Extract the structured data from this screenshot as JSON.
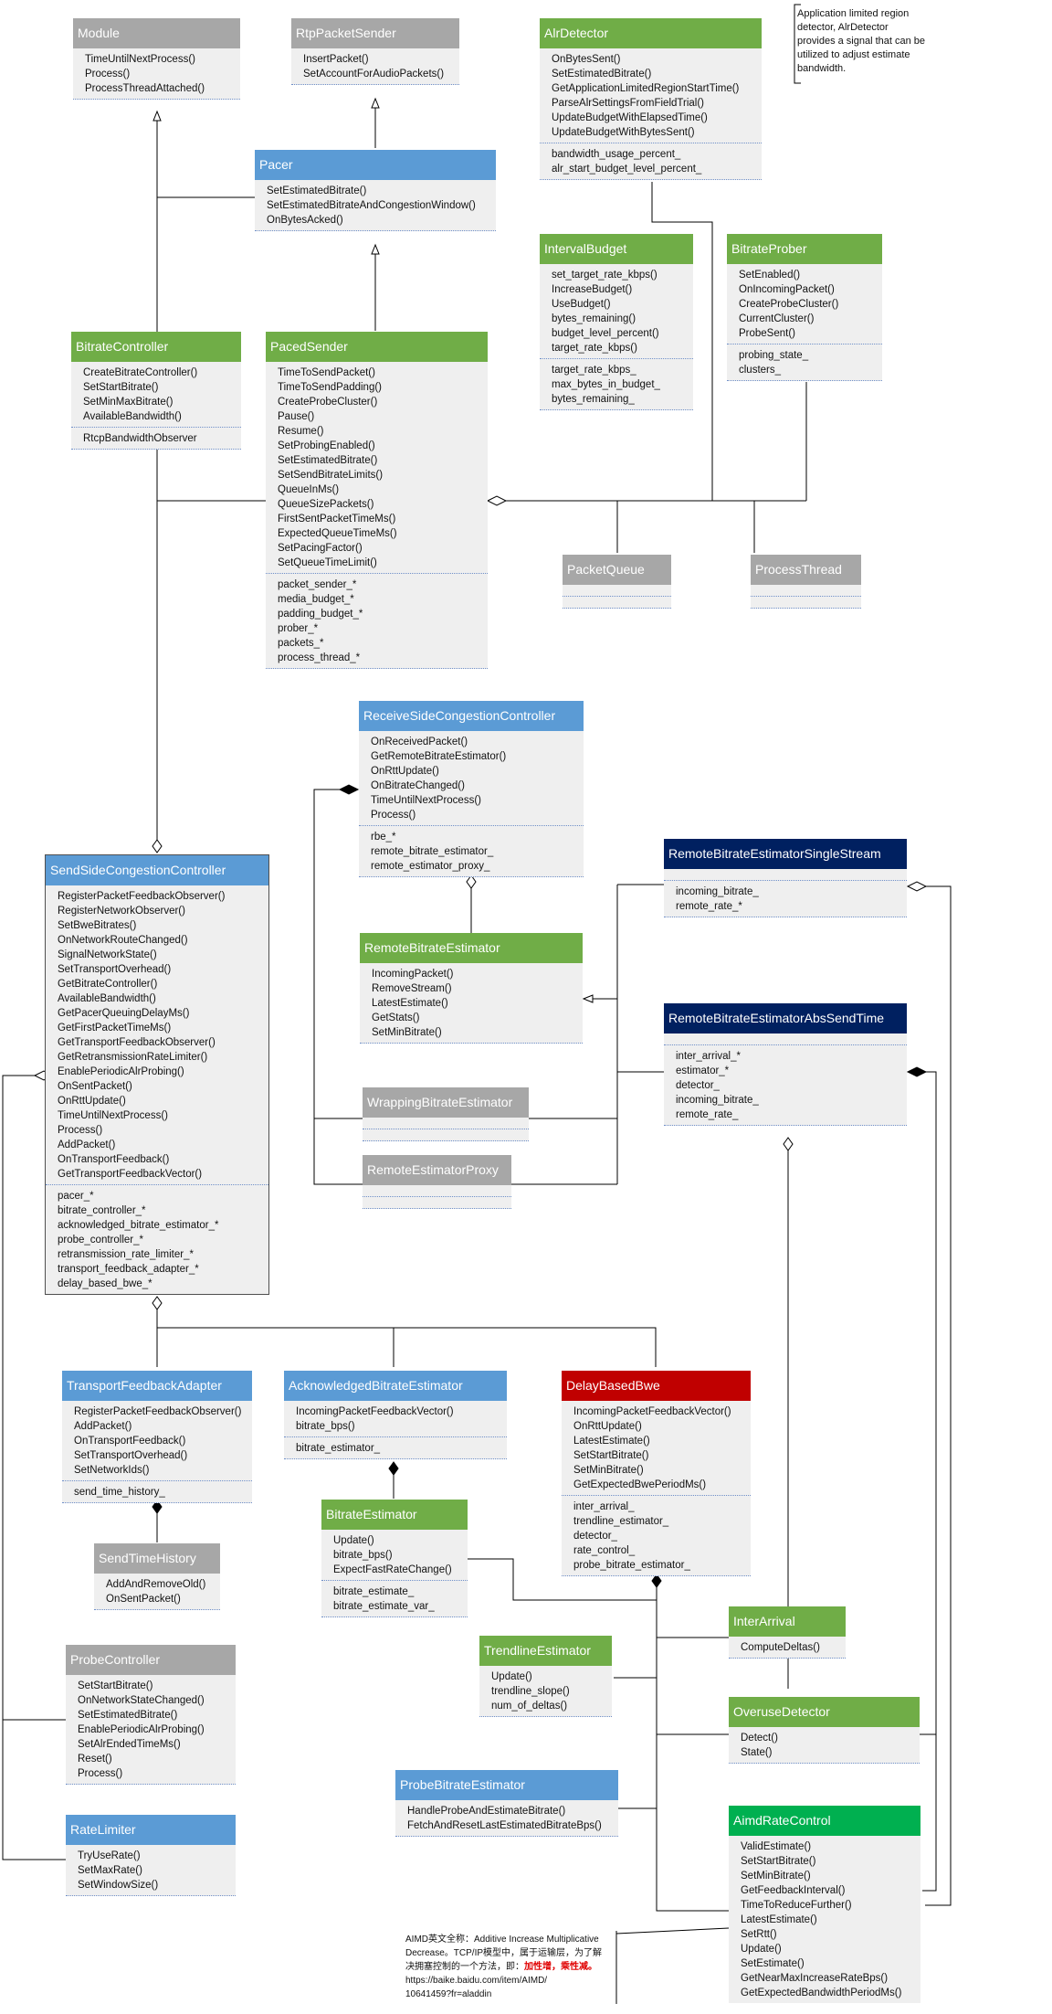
{
  "colors": {
    "gray_header": "#a7a7a7",
    "blue_header": "#5b9bd5",
    "green_header": "#70ad47",
    "navy_header": "#002060",
    "red_header": "#c00000",
    "dark_green_header": "#00b050",
    "box_fill": "#efefef",
    "line": "#000000"
  },
  "classes": {
    "module": {
      "name": "Module",
      "methods": [
        "TimeUntilNextProcess()",
        "Process()",
        "ProcessThreadAttached()"
      ],
      "fields": []
    },
    "rtp_packet_sender": {
      "name": "RtpPacketSender",
      "methods": [
        "InsertPacket()",
        "SetAccountForAudioPackets()"
      ],
      "fields": []
    },
    "alr_detector": {
      "name": "AlrDetector",
      "methods": [
        "OnBytesSent()",
        "SetEstimatedBitrate()",
        "GetApplicationLimitedRegionStartTime()",
        "ParseAlrSettingsFromFieldTrial()",
        "UpdateBudgetWithElapsedTime()",
        "UpdateBudgetWithBytesSent()"
      ],
      "fields": [
        "bandwidth_usage_percent_",
        "alr_start_budget_level_percent_"
      ]
    },
    "pacer": {
      "name": "Pacer",
      "methods": [
        "SetEstimatedBitrate()",
        "SetEstimatedBitrateAndCongestionWindow()",
        "OnBytesAcked()"
      ],
      "fields": []
    },
    "interval_budget": {
      "name": "IntervalBudget",
      "methods": [
        "set_target_rate_kbps()",
        "IncreaseBudget()",
        "UseBudget()",
        "bytes_remaining()",
        "budget_level_percent()",
        "target_rate_kbps()"
      ],
      "fields": [
        "target_rate_kbps_",
        "max_bytes_in_budget_",
        "bytes_remaining_"
      ]
    },
    "bitrate_prober": {
      "name": "BitrateProber",
      "methods": [
        "SetEnabled()",
        "OnIncomingPacket()",
        "CreateProbeCluster()",
        "CurrentCluster()",
        "ProbeSent()"
      ],
      "fields": [
        "probing_state_",
        "clusters_"
      ]
    },
    "bitrate_controller": {
      "name": "BitrateController",
      "methods": [
        "CreateBitrateController()",
        "SetStartBitrate()",
        "SetMinMaxBitrate()",
        "AvailableBandwidth()"
      ],
      "fields": [
        "RtcpBandwidthObserver"
      ]
    },
    "paced_sender": {
      "name": "PacedSender",
      "methods": [
        "TimeToSendPacket()",
        "TimeToSendPadding()",
        "CreateProbeCluster()",
        "Pause()",
        "Resume()",
        "SetProbingEnabled()",
        "SetEstimatedBitrate()",
        "SetSendBitrateLimits()",
        "QueueInMs()",
        "QueueSizePackets()",
        "FirstSentPacketTimeMs()",
        "ExpectedQueueTimeMs()",
        "SetPacingFactor()",
        "SetQueueTimeLimit()"
      ],
      "fields": [
        "packet_sender_*",
        "media_budget_*",
        "padding_budget_*",
        "prober_*",
        "packets_*",
        "process_thread_*"
      ]
    },
    "packet_queue": {
      "name": "PacketQueue",
      "methods": [],
      "fields": []
    },
    "process_thread": {
      "name": "ProcessThread",
      "methods": [],
      "fields": []
    },
    "receive_side_cc": {
      "name": "ReceiveSideCongestionController",
      "methods": [
        "OnReceivedPacket()",
        "GetRemoteBitrateEstimator()",
        "OnRttUpdate()",
        "OnBitrateChanged()",
        "TimeUntilNextProcess()",
        "Process()"
      ],
      "fields": [
        "rbe_*",
        "remote_bitrate_estimator_",
        "remote_estimator_proxy_"
      ]
    },
    "rbe_single_stream": {
      "name": "RemoteBitrateEstimatorSingleStream",
      "methods": [],
      "fields": [
        "incoming_bitrate_",
        "remote_rate_*"
      ]
    },
    "remote_bitrate_estimator": {
      "name": "RemoteBitrateEstimator",
      "methods": [
        "IncomingPacket()",
        "RemoveStream()",
        "LatestEstimate()",
        "GetStats()",
        "SetMinBitrate()"
      ],
      "fields": []
    },
    "rbe_abs_send_time": {
      "name": "RemoteBitrateEstimatorAbsSendTime",
      "methods": [],
      "fields": [
        "inter_arrival_*",
        "estimator_*",
        "detector_",
        "incoming_bitrate_",
        "remote_rate_"
      ]
    },
    "wrapping_bitrate_estimator": {
      "name": "WrappingBitrateEstimator",
      "methods": [],
      "fields": []
    },
    "remote_estimator_proxy": {
      "name": "RemoteEstimatorProxy",
      "methods": [],
      "fields": []
    },
    "send_side_cc": {
      "name": "SendSideCongestionController",
      "methods": [
        "RegisterPacketFeedbackObserver()",
        "RegisterNetworkObserver()",
        "SetBweBitrates()",
        "OnNetworkRouteChanged()",
        "SignalNetworkState()",
        "SetTransportOverhead()",
        "GetBitrateController()",
        "AvailableBandwidth()",
        "GetPacerQueuingDelayMs()",
        "GetFirstPacketTimeMs()",
        "GetTransportFeedbackObserver()",
        "GetRetransmissionRateLimiter()",
        "EnablePeriodicAlrProbing()",
        "OnSentPacket()",
        "OnRttUpdate()",
        "TimeUntilNextProcess()",
        "Process()",
        "AddPacket()",
        "OnTransportFeedback()",
        "GetTransportFeedbackVector()"
      ],
      "fields": [
        "pacer_*",
        "bitrate_controller_*",
        "acknowledged_bitrate_estimator_*",
        "probe_controller_*",
        "retransmission_rate_limiter_*",
        "transport_feedback_adapter_*",
        "delay_based_bwe_*"
      ]
    },
    "transport_feedback_adapter": {
      "name": "TransportFeedbackAdapter",
      "methods": [
        "RegisterPacketFeedbackObserver()",
        "AddPacket()",
        "OnTransportFeedback()",
        "SetTransportOverhead()",
        "SetNetworkIds()"
      ],
      "fields": [
        "send_time_history_"
      ]
    },
    "acknowledged_bitrate_estimator": {
      "name": "AcknowledgedBitrateEstimator",
      "methods": [
        "IncomingPacketFeedbackVector()",
        "bitrate_bps()"
      ],
      "fields": [
        "bitrate_estimator_"
      ]
    },
    "delay_based_bwe": {
      "name": "DelayBasedBwe",
      "methods": [
        "IncomingPacketFeedbackVector()",
        "OnRttUpdate()",
        "LatestEstimate()",
        "SetStartBitrate()",
        "SetMinBitrate()",
        "GetExpectedBwePeriodMs()"
      ],
      "fields": [
        "inter_arrival_",
        "trendline_estimator_",
        "detector_",
        "rate_control_",
        "probe_bitrate_estimator_"
      ]
    },
    "send_time_history": {
      "name": "SendTimeHistory",
      "methods": [
        "AddAndRemoveOld()",
        "OnSentPacket()"
      ],
      "fields": []
    },
    "bitrate_estimator": {
      "name": "BitrateEstimator",
      "methods": [
        "Update()",
        "bitrate_bps()",
        "ExpectFastRateChange()"
      ],
      "fields": [
        "bitrate_estimate_",
        "bitrate_estimate_var_"
      ]
    },
    "probe_controller": {
      "name": "ProbeController",
      "methods": [
        "SetStartBitrate()",
        "OnNetworkStateChanged()",
        "SetEstimatedBitrate()",
        "EnablePeriodicAlrProbing()",
        "SetAlrEndedTimeMs()",
        "Reset()",
        "Process()"
      ],
      "fields": []
    },
    "inter_arrival": {
      "name": "InterArrival",
      "methods": [
        "ComputeDeltas()"
      ],
      "fields": []
    },
    "trendline_estimator": {
      "name": "TrendlineEstimator",
      "methods": [
        "Update()",
        "trendline_slope()",
        "num_of_deltas()"
      ],
      "fields": []
    },
    "overuse_detector": {
      "name": "OveruseDetector",
      "methods": [
        "Detect()",
        "State()"
      ],
      "fields": []
    },
    "probe_bitrate_estimator": {
      "name": "ProbeBitrateEstimator",
      "methods": [
        "HandleProbeAndEstimateBitrate()",
        "FetchAndResetLastEstimatedBitrateBps()"
      ],
      "fields": []
    },
    "rate_limiter": {
      "name": "RateLimiter",
      "methods": [
        "TryUseRate()",
        "SetMaxRate()",
        "SetWindowSize()"
      ],
      "fields": []
    },
    "aimd_rate_control": {
      "name": "AimdRateControl",
      "methods": [
        "ValidEstimate()",
        "SetStartBitrate()",
        "SetMinBitrate()",
        "GetFeedbackInterval()",
        "TimeToReduceFurther()",
        "LatestEstimate()",
        "SetRtt()",
        "Update()",
        "SetEstimate()",
        "GetNearMaxIncreaseRateBps()",
        "GetExpectedBandwidthPeriodMs()"
      ],
      "fields": []
    }
  },
  "notes": {
    "alr_note": [
      "Application limited region",
      "detector, AlrDetector",
      "provides a signal that can be",
      "utilized to adjust  estimate",
      "bandwidth."
    ],
    "aimd_note": {
      "line1": "AIMD英文全称：Additive Increase Multiplicative",
      "line2": "Decrease。TCP/IP模型中，属于运输层，为了解",
      "line3_prefix": "决拥塞控制的一个方法，即：",
      "line3_red": "加性增，乘性减。",
      "line4": "https://baike.baidu.com/item/AIMD/",
      "line5": "10641459?fr=aladdin"
    }
  }
}
